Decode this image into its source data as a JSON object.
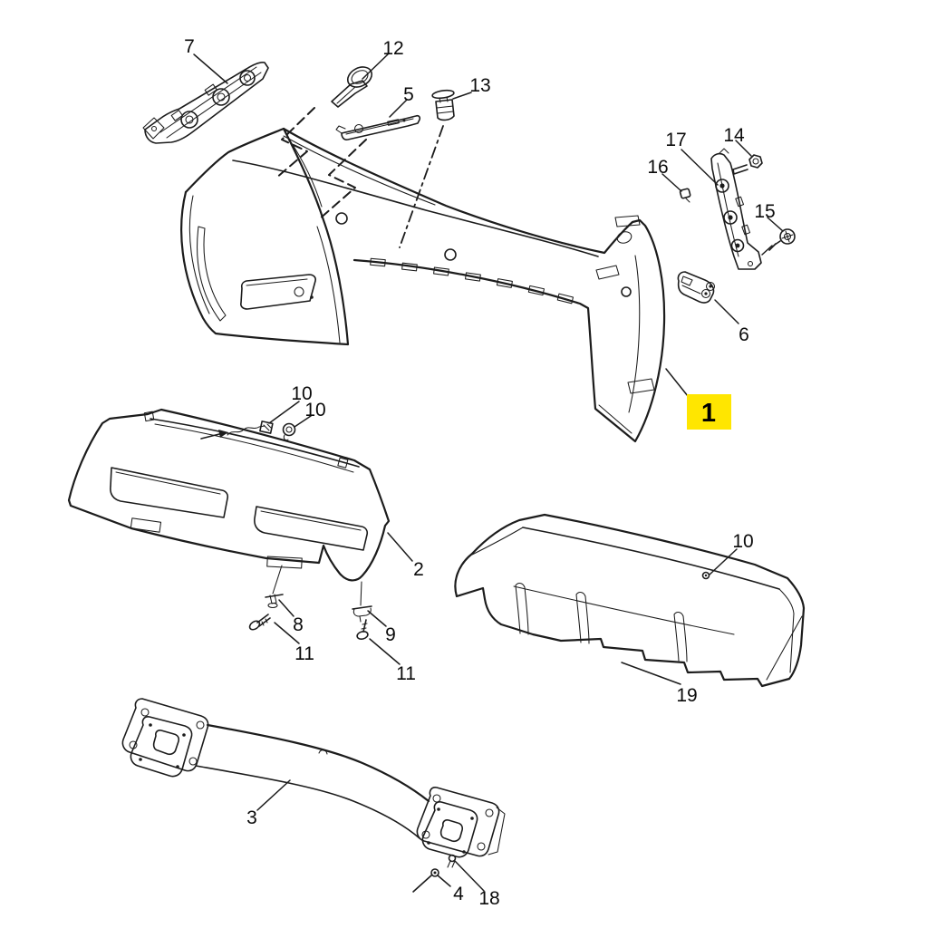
{
  "diagram": {
    "background": "#ffffff",
    "line_color": "#1c1c1c",
    "highlight": {
      "label": "1",
      "bg": "#ffe600",
      "fg": "#000000"
    },
    "callouts": [
      {
        "id": "7",
        "text": "7"
      },
      {
        "id": "12",
        "text": "12"
      },
      {
        "id": "5",
        "text": "5"
      },
      {
        "id": "13",
        "text": "13"
      },
      {
        "id": "16",
        "text": "16"
      },
      {
        "id": "17",
        "text": "17"
      },
      {
        "id": "14",
        "text": "14"
      },
      {
        "id": "15",
        "text": "15"
      },
      {
        "id": "6",
        "text": "6"
      },
      {
        "id": "10a",
        "text": "10"
      },
      {
        "id": "10b",
        "text": "10"
      },
      {
        "id": "2",
        "text": "2"
      },
      {
        "id": "8",
        "text": "8"
      },
      {
        "id": "9",
        "text": "9"
      },
      {
        "id": "11a",
        "text": "11"
      },
      {
        "id": "11b",
        "text": "11"
      },
      {
        "id": "10c",
        "text": "10"
      },
      {
        "id": "19",
        "text": "19"
      },
      {
        "id": "3",
        "text": "3"
      },
      {
        "id": "4",
        "text": "4"
      },
      {
        "id": "18",
        "text": "18"
      }
    ]
  }
}
